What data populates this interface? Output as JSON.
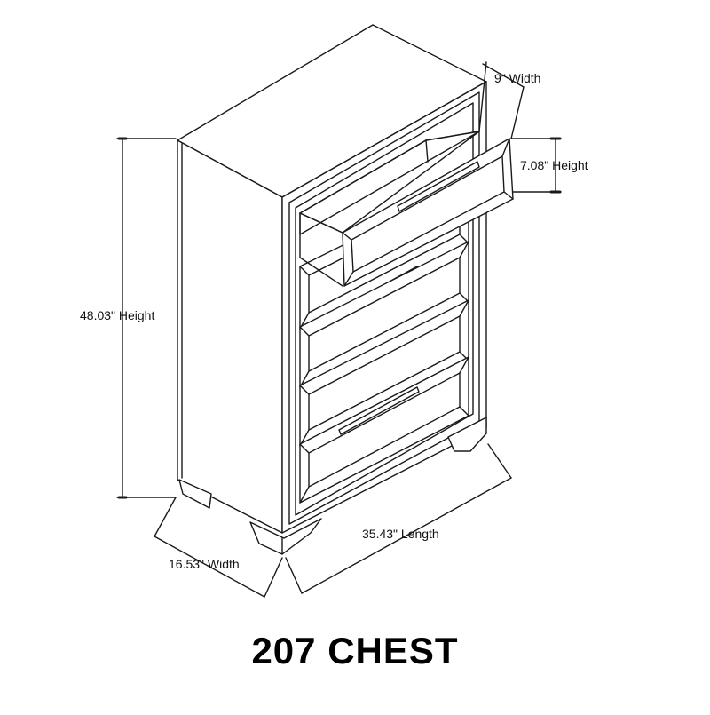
{
  "diagram": {
    "title": "207 CHEST",
    "dimensions": {
      "drawer_width": "9\" Width",
      "drawer_height": "7.08\" Height",
      "overall_height": "48.03\" Height",
      "depth": "16.53\" Width",
      "length": "35.43\" Length"
    },
    "drawer_count": 4
  },
  "colors": {
    "line": "#1a1a1a",
    "background": "#ffffff",
    "text": "#111111"
  }
}
